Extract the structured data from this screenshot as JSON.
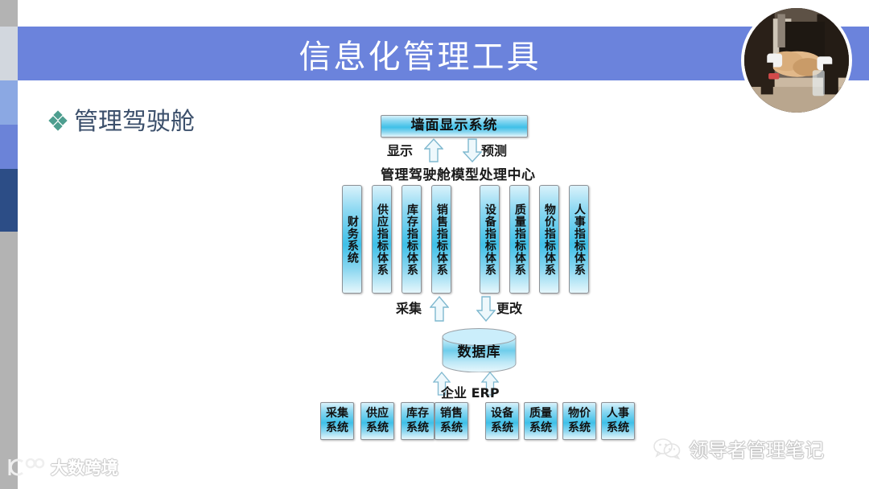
{
  "slide": {
    "title": "信息化管理工具",
    "bullet": "管理驾驶舱",
    "bullet_icon": "diamond-cluster-icon",
    "photo_alt": "handshake-business-photo",
    "colors": {
      "title_bar": "#6B83DC",
      "sidebar_gray": "#B3B3B3",
      "sidebar_light_gray": "#D2D7DE",
      "sidebar_light_blue": "#8BA8E3",
      "sidebar_mid_blue": "#6B83D8",
      "sidebar_dark_blue": "#2C4D86",
      "bullet_accent": "#4D9E8F",
      "bullet_text": "#3B4F6B",
      "box_cyan": "#3FC0E8"
    }
  },
  "diagram": {
    "wall_display": "墙面显示系统",
    "arrow_up_label": "显示",
    "arrow_down_label": "预测",
    "center_title": "管理驾驶舱模型处理中心",
    "columns_left": [
      "财务系统",
      "供应指标体系",
      "库存指标体系",
      "销售指标体系"
    ],
    "columns_right": [
      "设备指标体系",
      "质量指标体系",
      "物价指标体系",
      "人事指标体系"
    ],
    "collect_label": "采集",
    "change_label": "更改",
    "database": "数据库",
    "erp_label": "企业 ERP",
    "bottom_left": [
      "采集系统",
      "供应系统",
      "库存系统",
      "销售系统"
    ],
    "bottom_right": [
      "设备系统",
      "质量系统",
      "物价系统",
      "人事系统"
    ]
  },
  "watermarks": {
    "right": {
      "icon": "wechat-icon",
      "text": "领导者管理笔记"
    },
    "left": {
      "icon": "dashujingjing-logo",
      "text": "大数跨境"
    }
  }
}
